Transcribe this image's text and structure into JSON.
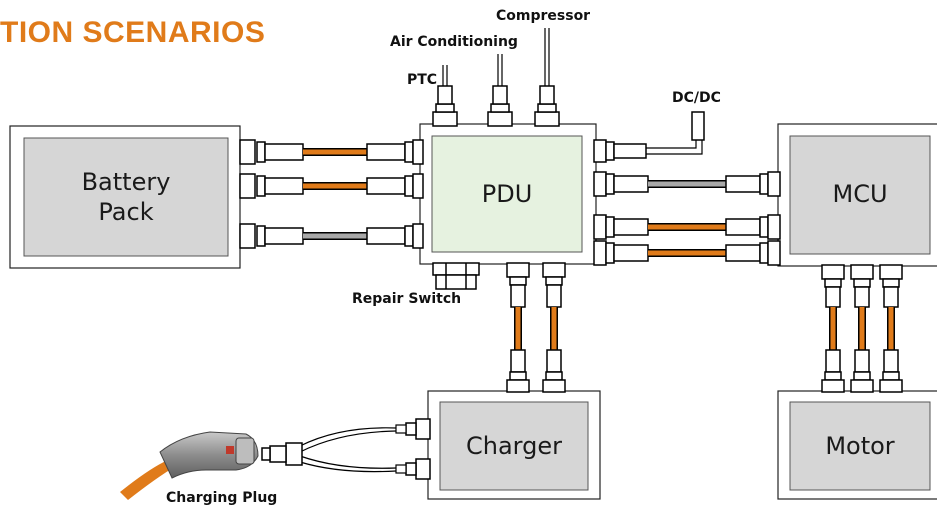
{
  "title": "TION SCENARIOS",
  "components": {
    "battery_pack": "Battery\nPack",
    "pdu": "PDU",
    "mcu": "MCU",
    "charger": "Charger",
    "motor": "Motor"
  },
  "labels": {
    "compressor": "Compressor",
    "air_conditioning": "Air Conditioning",
    "ptc": "PTC",
    "dcdc": "DC/DC",
    "repair_switch": "Repair Switch",
    "charging_plug": "Charging Plug"
  },
  "colors": {
    "title": "#e07b1a",
    "cable_orange": "#e07b1a",
    "cable_gray": "#a8a8a8",
    "box_gray": "#d6d6d6",
    "pdu_green": "#e6f2e0"
  }
}
